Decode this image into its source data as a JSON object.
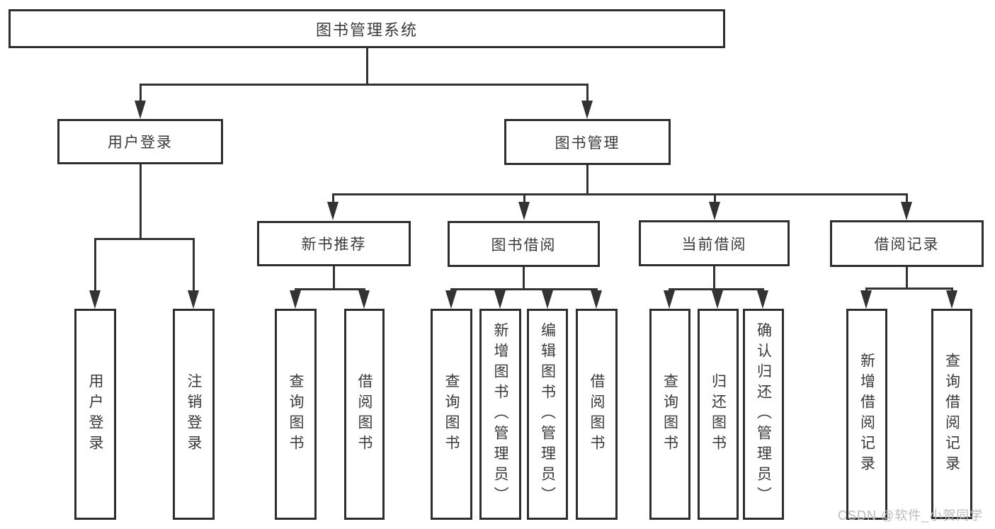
{
  "diagram_type": "hierarchy-tree",
  "tree": {
    "label": "图书管理系统",
    "children": [
      {
        "label": "用户登录",
        "children": [
          {
            "label": "用户登录"
          },
          {
            "label": "注销登录"
          }
        ]
      },
      {
        "label": "图书管理",
        "children": [
          {
            "label": "新书推荐",
            "children": [
              {
                "label": "查询图书"
              },
              {
                "label": "借阅图书"
              }
            ]
          },
          {
            "label": "图书借阅",
            "children": [
              {
                "label": "查询图书"
              },
              {
                "label": "新增图书（管理员）"
              },
              {
                "label": "编辑图书（管理员）"
              },
              {
                "label": "借阅图书"
              }
            ]
          },
          {
            "label": "当前借阅",
            "children": [
              {
                "label": "查询图书"
              },
              {
                "label": "归还图书"
              },
              {
                "label": "确认归还（管理员）"
              }
            ]
          },
          {
            "label": "借阅记录",
            "children": [
              {
                "label": "新增借阅记录"
              },
              {
                "label": "查询借阅记录"
              }
            ]
          }
        ]
      }
    ]
  },
  "watermark": "CSDN @软件_小贺同学",
  "colors": {
    "line": "#333333",
    "border": "#2e2e2e",
    "text": "#3a3a3a",
    "watermark": "#bcbcbc",
    "background": "#ffffff"
  }
}
